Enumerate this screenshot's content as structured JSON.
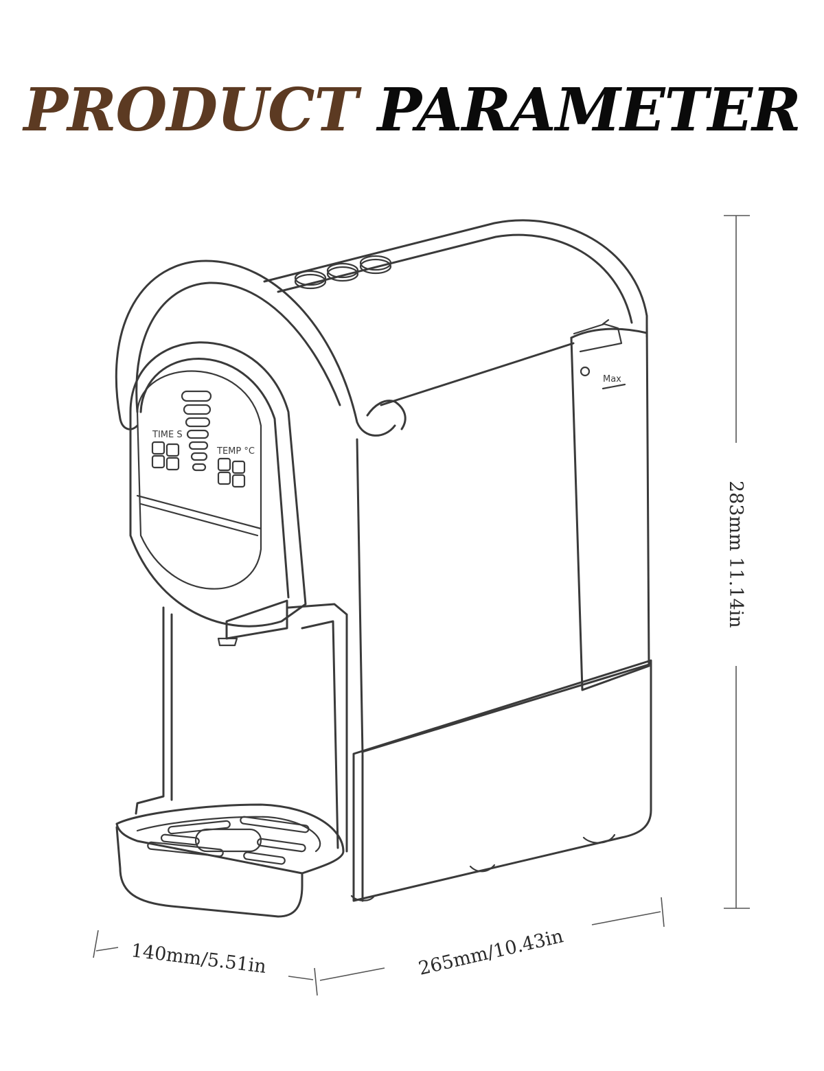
{
  "title": {
    "word1": "PRODUCT",
    "word2": "PARAMETER"
  },
  "colors": {
    "title_accent": "#5c3a22",
    "title_main": "#0a0a0a",
    "line": "#3a3a3a"
  },
  "panel": {
    "time_label": "TIME S",
    "temp_label": "TEMP °C",
    "max_label": "Max"
  },
  "dimensions": {
    "height": "283mm 11.14in",
    "width": "140mm/5.51in",
    "depth": "265mm/10.43in"
  }
}
